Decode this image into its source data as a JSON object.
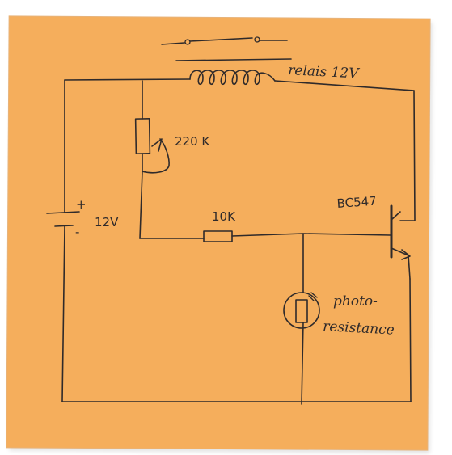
{
  "labels": {
    "relay": "relais 12V",
    "potentiometer": "220 K",
    "battery": "12V",
    "battery_plus": "+",
    "battery_minus": "-",
    "resistor": "10K",
    "transistor": "BC547",
    "photo_line1": "photo-",
    "photo_line2": "resistance"
  },
  "colors": {
    "paper": "#f5ae5c",
    "ink": "#2f2a2a"
  }
}
